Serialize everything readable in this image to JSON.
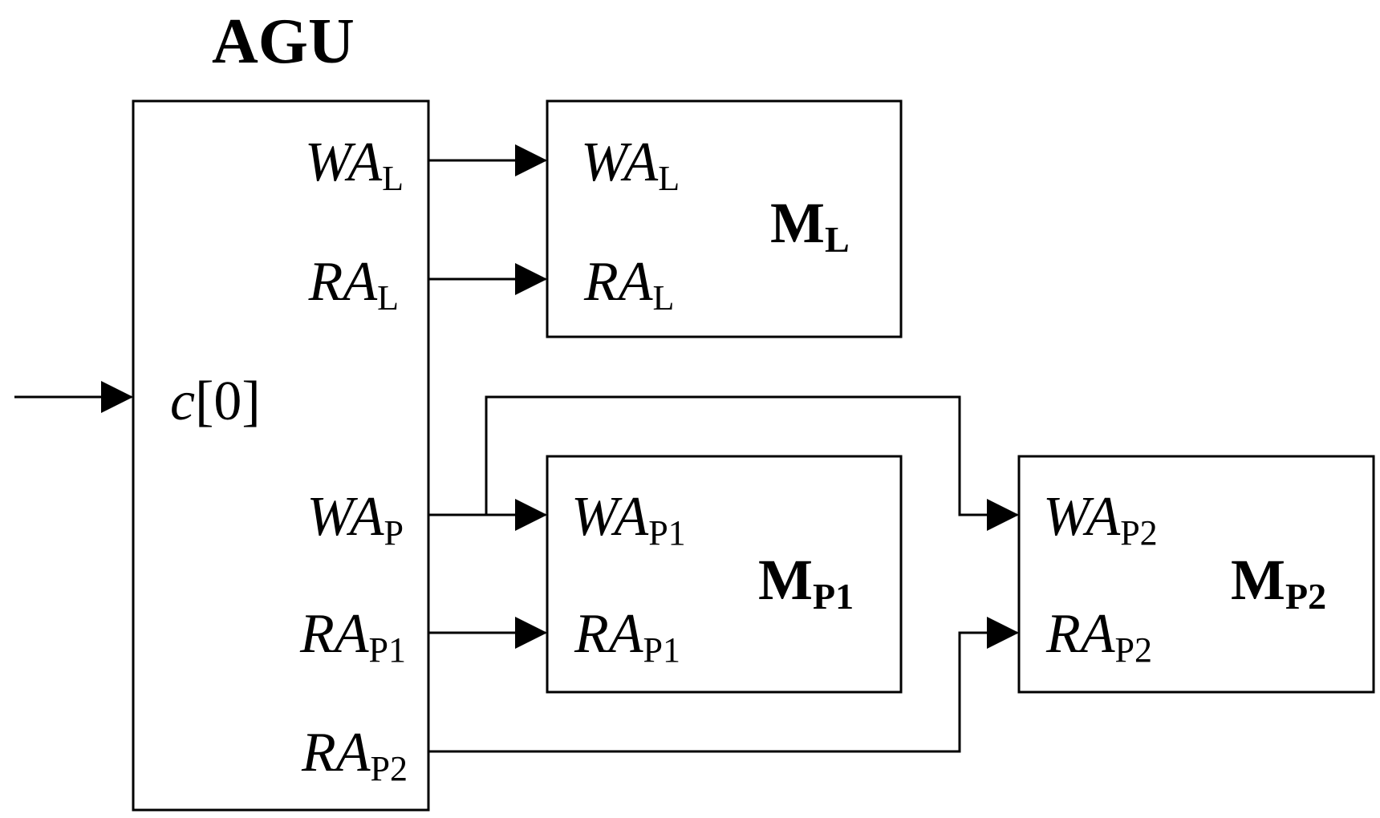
{
  "agu": {
    "title": "AGU",
    "ports": {
      "wa_l": {
        "main": "WA",
        "sub": "L"
      },
      "ra_l": {
        "main": "RA",
        "sub": "L"
      },
      "c0": {
        "main": "c",
        "rest": "[0]"
      },
      "wa_p": {
        "main": "WA",
        "sub": "P"
      },
      "ra_p1": {
        "main": "RA",
        "sub": "P1"
      },
      "ra_p2": {
        "main": "RA",
        "sub": "P2"
      }
    }
  },
  "ml": {
    "name": {
      "main": "M",
      "sub": "L"
    },
    "ports": {
      "wa": {
        "main": "WA",
        "sub": "L"
      },
      "ra": {
        "main": "RA",
        "sub": "L"
      }
    }
  },
  "mp1": {
    "name": {
      "main": "M",
      "sub": "P1"
    },
    "ports": {
      "wa": {
        "main": "WA",
        "sub": "P1"
      },
      "ra": {
        "main": "RA",
        "sub": "P1"
      }
    }
  },
  "mp2": {
    "name": {
      "main": "M",
      "sub": "P2"
    },
    "ports": {
      "wa": {
        "main": "WA",
        "sub": "P2"
      },
      "ra": {
        "main": "RA",
        "sub": "P2"
      }
    }
  }
}
